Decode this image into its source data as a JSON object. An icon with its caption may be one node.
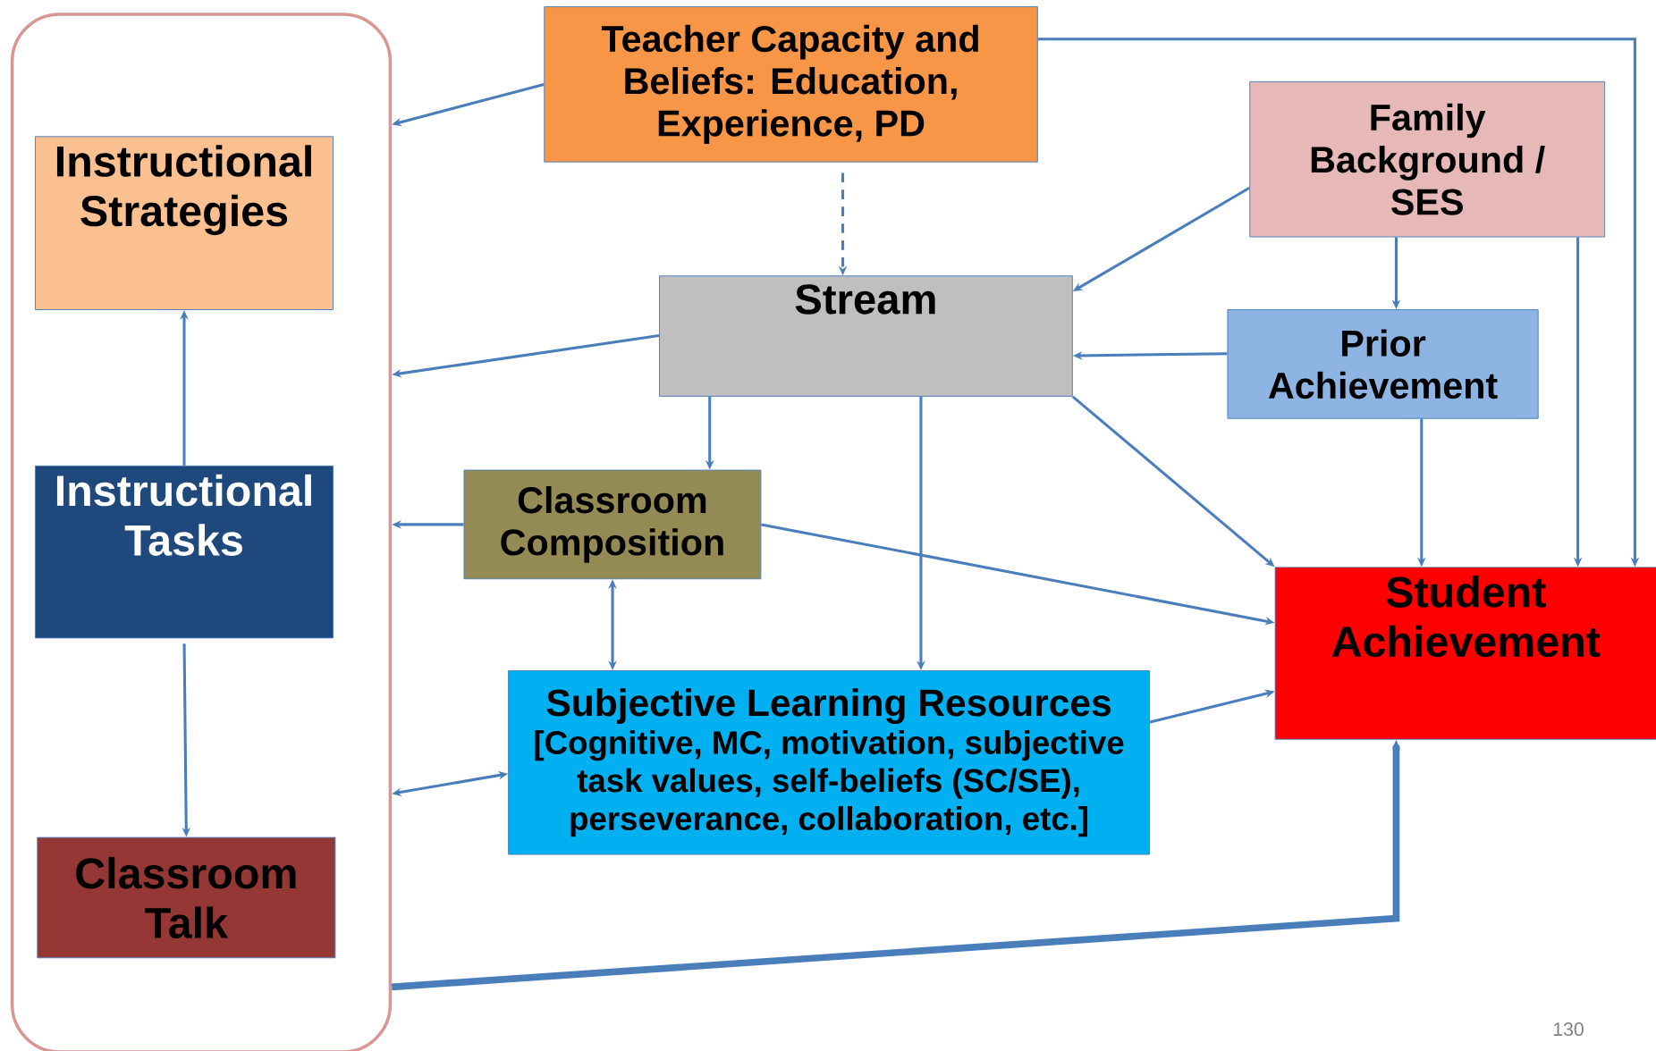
{
  "diagram": {
    "nodes": [
      {
        "text": [],
        "shape": "box"
      },
      {
        "text": [
          "Instructional Strategies"
        ],
        "in": 0
      },
      {
        "text": [
          "Instructional Tasks"
        ],
        "in": 0
      },
      {
        "text": [
          "Classroom Talk"
        ],
        "in": 0
      },
      {
        "text": [
          "Teacher Capacity and Beliefs: Education, Experience, PD"
        ]
      },
      {
        "text": [
          "Family Background / SES"
        ]
      },
      {
        "text": [
          "Stream"
        ]
      },
      {
        "text": [
          "Prior Achievement"
        ]
      },
      {
        "text": [
          "Classroom Composition"
        ]
      },
      {
        "text": [
          "Subjective Learning Resources",
          "[Cognitive, MC, motivation, subjective task values, self-beliefs (SC/SE), perseverance, collaboration, etc.]"
        ]
      },
      {
        "text": [
          "Student Achievement"
        ]
      }
    ],
    "edges": [
      {
        "from": 4,
        "to": 0,
        "arrow": "to"
      },
      {
        "from": 4,
        "to": 10,
        "arrow": "to"
      },
      {
        "from": 4,
        "to": 6,
        "arrow": "to",
        "style": "dashed"
      },
      {
        "from": 5,
        "to": 6,
        "arrow": "to"
      },
      {
        "from": 5,
        "to": 7,
        "arrow": "to"
      },
      {
        "from": 5,
        "to": 10,
        "arrow": "to"
      },
      {
        "from": 6,
        "to": 0,
        "arrow": "to"
      },
      {
        "from": 7,
        "to": 6,
        "arrow": "to"
      },
      {
        "from": 6,
        "to": 8,
        "arrow": "to"
      },
      {
        "from": 6,
        "to": 9,
        "arrow": "to"
      },
      {
        "from": 6,
        "to": 10,
        "arrow": "to"
      },
      {
        "from": 7,
        "to": 10,
        "arrow": "to"
      },
      {
        "from": 8,
        "to": 0,
        "arrow": "to"
      },
      {
        "from": 8,
        "to": 10,
        "arrow": "to"
      },
      {
        "from": 8,
        "to": 9,
        "arrow": "both"
      },
      {
        "from": 9,
        "to": 0,
        "arrow": "both"
      },
      {
        "from": 9,
        "to": 10,
        "arrow": "to"
      },
      {
        "from": 2,
        "to": 1,
        "arrow": "to"
      },
      {
        "from": 2,
        "to": 3,
        "arrow": "to"
      },
      {
        "from": 0,
        "to": 10,
        "arrow": "to",
        "style": "thick"
      }
    ],
    "labels": [
      "130"
    ]
  }
}
